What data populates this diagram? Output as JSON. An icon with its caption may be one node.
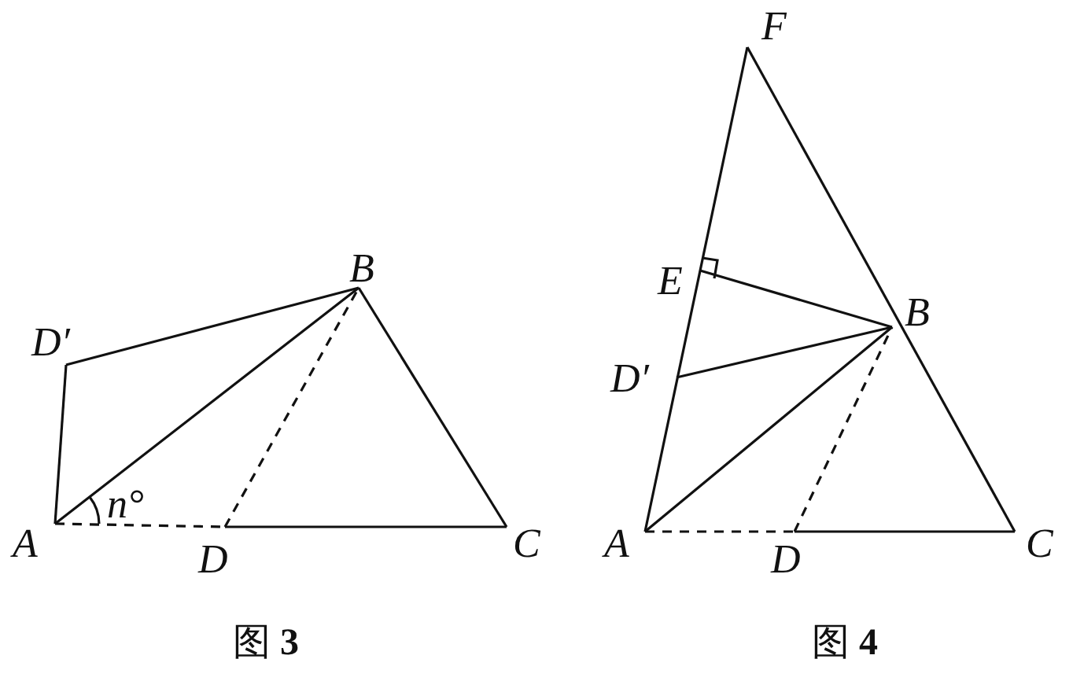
{
  "diagram": {
    "labels": [
      "B",
      "D′",
      "A",
      "*n*°",
      "D",
      "C",
      "图 **3**",
      "F",
      "E",
      "B",
      "D′",
      "A",
      "D",
      "C",
      "图 **4**"
    ]
  }
}
